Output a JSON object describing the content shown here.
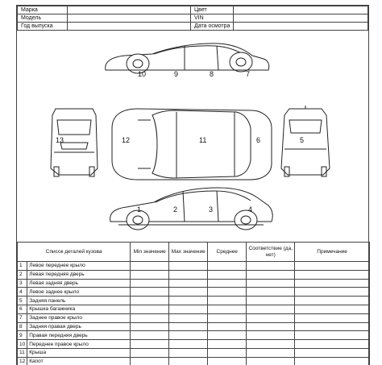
{
  "header": {
    "rows": [
      {
        "left_label": "Марка",
        "right_label": "Цвет"
      },
      {
        "left_label": "Модель",
        "right_label": "VIN"
      },
      {
        "left_label": "Год выпуска",
        "right_label": "Дата осмотра"
      }
    ]
  },
  "diagram": {
    "numbers": [
      "1",
      "2",
      "3",
      "4",
      "5",
      "6",
      "7",
      "8",
      "9",
      "10",
      "11",
      "12",
      "13"
    ]
  },
  "table": {
    "headers": [
      "Список деталей кузова",
      "Min значение",
      "Max значение",
      "Среднее",
      "Соответствие (да, нет)",
      "Примечание"
    ],
    "rows": [
      {
        "n": "1",
        "part": "Левое переднее крыло"
      },
      {
        "n": "2",
        "part": "Левая передняя дверь"
      },
      {
        "n": "3",
        "part": "Левая задняя дверь"
      },
      {
        "n": "4",
        "part": "Левое заднее крыло"
      },
      {
        "n": "5",
        "part": "Задняя панель"
      },
      {
        "n": "6",
        "part": "Крышка багажника"
      },
      {
        "n": "7",
        "part": "Заднее правое крыло"
      },
      {
        "n": "8",
        "part": "Задняя правая дверь"
      },
      {
        "n": "9",
        "part": "Правая передняя дверь"
      },
      {
        "n": "10",
        "part": "Переднее правое крыло"
      },
      {
        "n": "11",
        "part": "Крыша"
      },
      {
        "n": "12",
        "part": "Капот"
      }
    ]
  }
}
